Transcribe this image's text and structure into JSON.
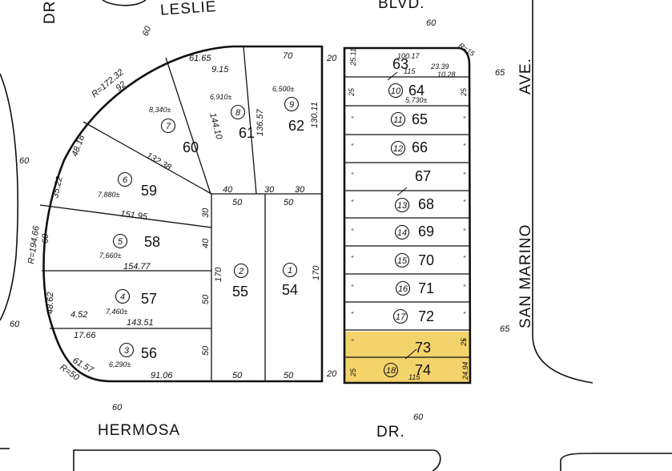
{
  "streets": {
    "leslie": "LESLIE",
    "blvd": "BLVD.",
    "dr_top": "DR",
    "hermosa": "HERMOSA",
    "dr_bottom": "DR.",
    "san_marino": "SAN  MARINO",
    "ave": "AVE."
  },
  "street_widths": [
    "60",
    "60",
    "60",
    "60",
    "60",
    "60",
    "65",
    "65"
  ],
  "curves": {
    "r172": "R=172.32",
    "r194": "R=194.66",
    "r50": "R=50",
    "r15": "R=15"
  },
  "lots": [
    {
      "lot": "63",
      "parcel": ""
    },
    {
      "lot": "64",
      "parcel": "10"
    },
    {
      "lot": "65",
      "parcel": "11"
    },
    {
      "lot": "66",
      "parcel": "12"
    },
    {
      "lot": "67",
      "parcel": ""
    },
    {
      "lot": "68",
      "parcel": "13"
    },
    {
      "lot": "69",
      "parcel": "14"
    },
    {
      "lot": "70",
      "parcel": "15"
    },
    {
      "lot": "71",
      "parcel": "16"
    },
    {
      "lot": "72",
      "parcel": "17"
    },
    {
      "lot": "73",
      "parcel": ""
    },
    {
      "lot": "74",
      "parcel": "18"
    },
    {
      "lot": "62",
      "parcel": "9"
    },
    {
      "lot": "61",
      "parcel": "8"
    },
    {
      "lot": "60",
      "parcel": "7"
    },
    {
      "lot": "59",
      "parcel": "6"
    },
    {
      "lot": "58",
      "parcel": "5"
    },
    {
      "lot": "57",
      "parcel": "4"
    },
    {
      "lot": "56",
      "parcel": "3"
    },
    {
      "lot": "55",
      "parcel": "2"
    },
    {
      "lot": "54",
      "parcel": "1"
    }
  ],
  "areas": {
    "a9": "6,500±",
    "a8": "6,910±",
    "a7": "8,340±",
    "a6": "7,880±",
    "a5": "7,660±",
    "a4": "7,460±",
    "a3": "6,290±",
    "a10": "5,730±"
  },
  "dims": {
    "d61_65": "61.65",
    "d70": "70",
    "d9_15": "9.15",
    "d92": "92",
    "d136_57": "136.57",
    "d130_11": "130.11",
    "d144_10": "144.10",
    "d132_38": "132.38",
    "d48_18": "48.18",
    "d35_22": "35.22",
    "d40a": "40",
    "d30a": "30",
    "d30b": "30",
    "d50a": "50",
    "d50b": "50",
    "d30c": "30",
    "d151_95": "151.95",
    "d40b": "40",
    "d154_77": "154.77",
    "d170a": "170",
    "d170b": "170",
    "d50c": "50",
    "d143_51": "143.51",
    "d48_62": "48.62",
    "d4_52": "4.52",
    "d17_66": "17.66",
    "d50d": "50",
    "d61_57": "61.57",
    "d91_06": "91.06",
    "d50e": "50",
    "d50f": "50",
    "d20a": "20",
    "d20b": "20",
    "d60w": "60",
    "d100_17": "100.17",
    "d115a": "115",
    "d23_39": "23.39",
    "d10_28": "10.28",
    "d25_11": "25.11",
    "d25a": "25",
    "d25b": "25",
    "d25c": "25",
    "d25d": "25",
    "d24_94": "24.94",
    "d115b": "115",
    "ditto": "\""
  },
  "highlight_color": "#f3d36b"
}
